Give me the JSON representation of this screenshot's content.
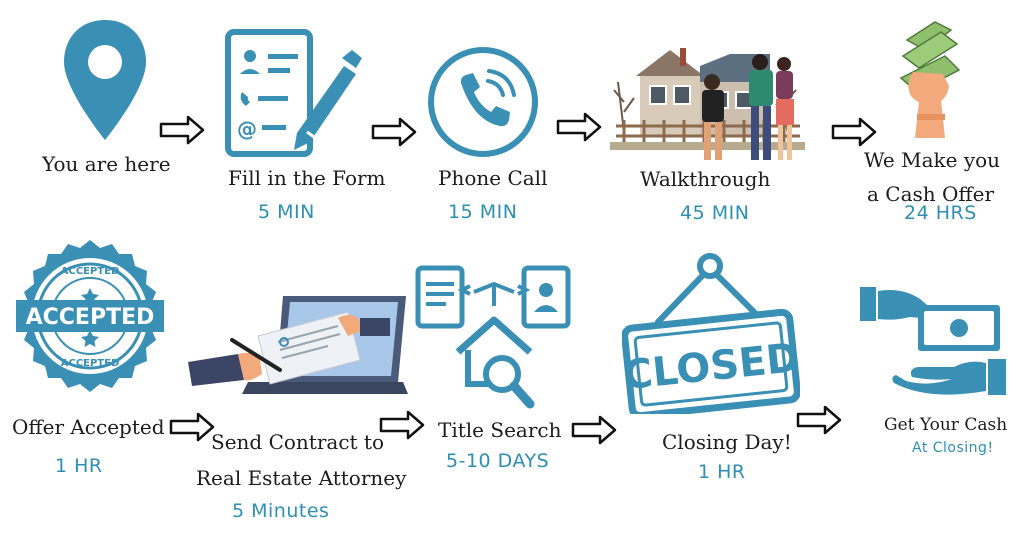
{
  "colors": {
    "accent": "#2f8fb3",
    "text": "#1c1c1c",
    "icon": "#3a8fb5"
  },
  "steps": [
    {
      "label": "You are here",
      "icon": "location-pin-icon"
    },
    {
      "label": "Fill in the Form",
      "time": "5 MIN",
      "icon": "form-pen-icon"
    },
    {
      "label": "Phone Call",
      "time": "15 MIN",
      "icon": "phone-icon"
    },
    {
      "label": "Walkthrough",
      "time": "45 MIN",
      "icon": "house-people-icon"
    },
    {
      "label_line1": "We Make you",
      "label_line2": "a Cash Offer",
      "time": "24 HRS",
      "icon": "cash-hand-icon"
    },
    {
      "label": "Offer Accepted",
      "time": "1 HR",
      "icon": "accepted-stamp-icon",
      "stamp_top": "ACCEPTED",
      "stamp_main": "ACCEPTED",
      "stamp_bottom": "ACCEPTED"
    },
    {
      "label_line1": "Send Contract to",
      "label_line2": "Real Estate Attorney",
      "time": "5 Minutes",
      "icon": "contract-laptop-icon"
    },
    {
      "label": "Title Search",
      "time": "5-10 DAYS",
      "icon": "title-search-icon"
    },
    {
      "label": "Closing Day!",
      "time": "1 HR",
      "icon": "closed-sign-icon",
      "sign_text": "CLOSED"
    },
    {
      "label": "Get Your Cash",
      "time": "At Closing!",
      "icon": "cash-handover-icon"
    }
  ]
}
